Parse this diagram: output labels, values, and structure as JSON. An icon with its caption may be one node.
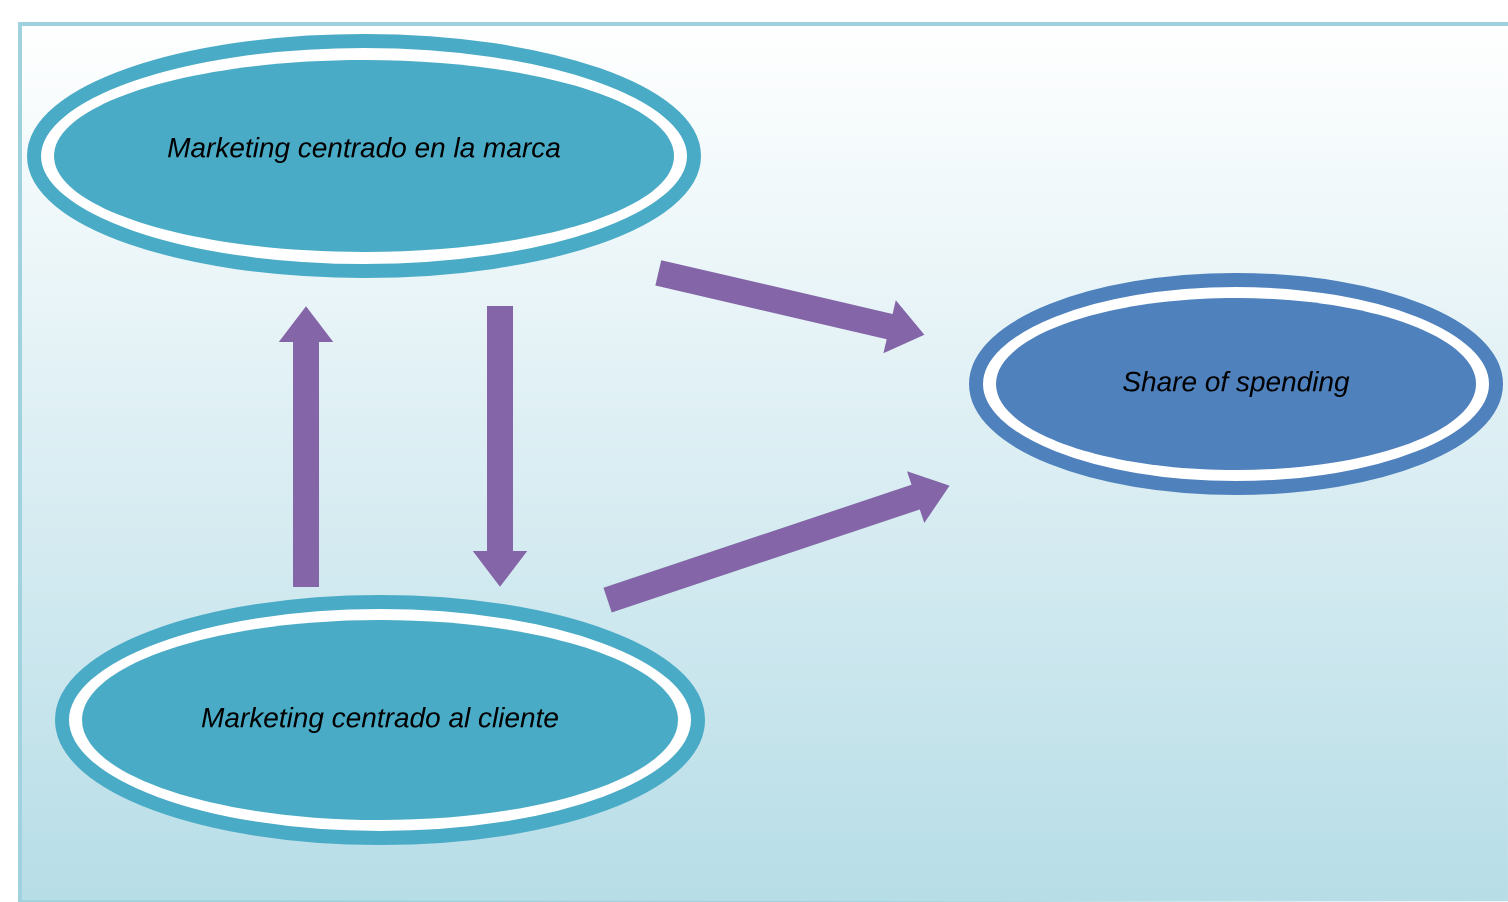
{
  "diagram": {
    "nodes": [
      {
        "text": [
          "Marketing centrado en la marca"
        ]
      },
      {
        "text": [
          "Marketing centrado al cliente"
        ]
      },
      {
        "text": [
          "Share of spending"
        ]
      }
    ],
    "edges": [
      {
        "from": 1,
        "to": 0,
        "arrow": "to"
      },
      {
        "from": 0,
        "to": 1,
        "arrow": "to"
      },
      {
        "from": 0,
        "to": 2,
        "arrow": "to"
      },
      {
        "from": 1,
        "to": 2,
        "arrow": "to"
      }
    ]
  }
}
